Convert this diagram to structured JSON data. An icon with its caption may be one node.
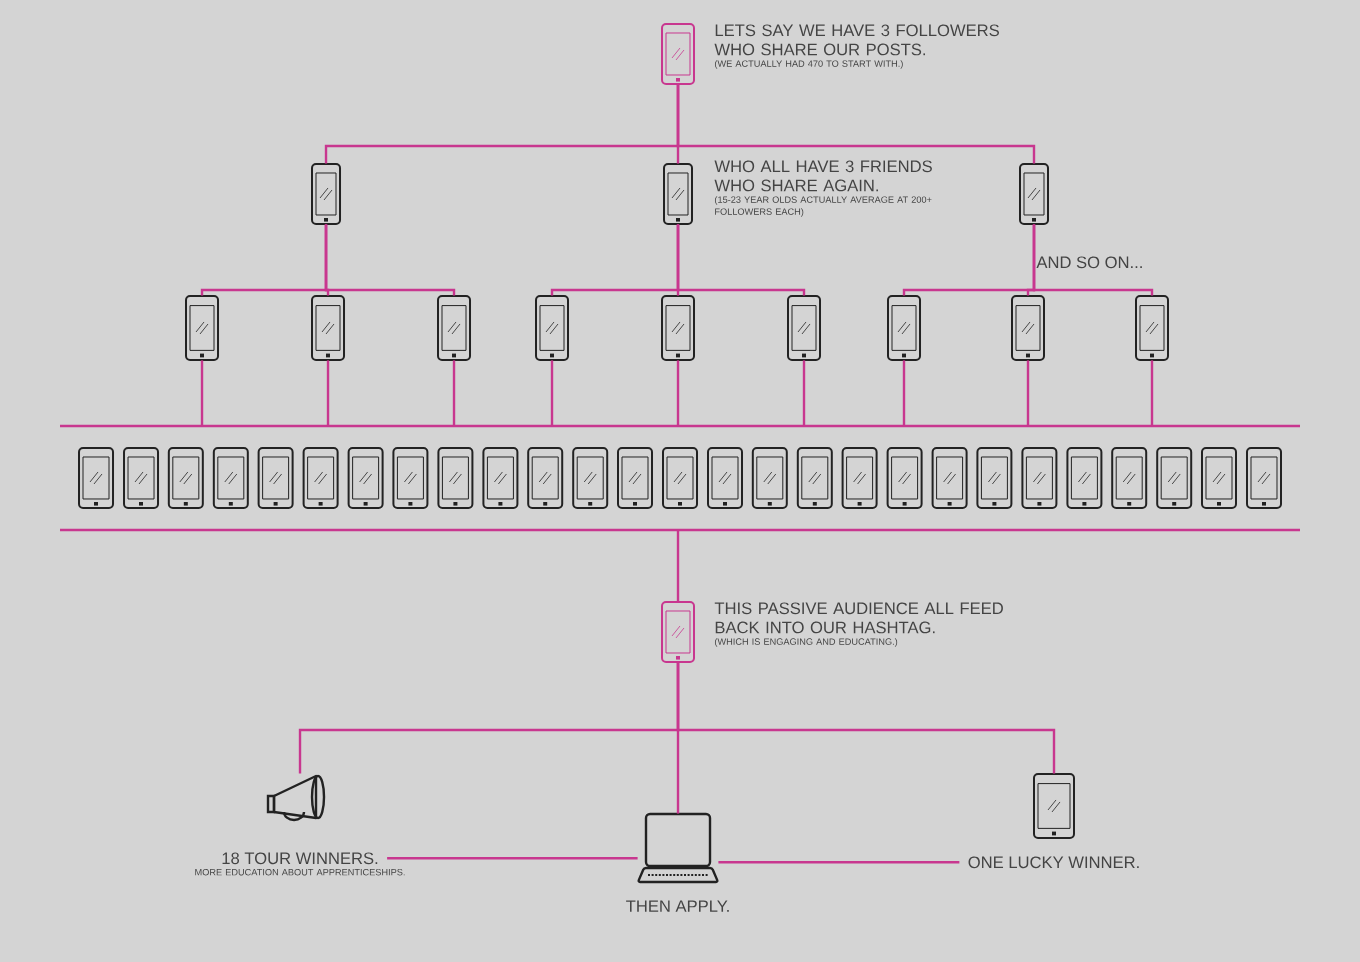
{
  "diagram": {
    "nodes": [
      {
        "text": [],
        "shape": "phone",
        "beside": [
          "LETS SAY WE HAVE 3 FOLLOWERS WHO SHARE OUR POSTS.",
          "(WE ACTUALLY HAD 470 TO START WITH.)"
        ]
      },
      {
        "text": [],
        "shape": "phone"
      },
      {
        "text": [],
        "shape": "phone",
        "beside": [
          "WHO ALL HAVE 3 FRIENDS WHO SHARE AGAIN.",
          "(15-23 YEAR OLDS ACTUALLY AVERAGE AT 200+ FOLLOWERS EACH)"
        ]
      },
      {
        "text": [],
        "shape": "phone"
      },
      {
        "text": [],
        "shape": "phone"
      },
      {
        "text": [],
        "shape": "phone"
      },
      {
        "text": [],
        "shape": "phone"
      },
      {
        "text": [],
        "shape": "phone"
      },
      {
        "text": [],
        "shape": "phone"
      },
      {
        "text": [],
        "shape": "phone"
      },
      {
        "text": [],
        "shape": "phone"
      },
      {
        "text": [],
        "shape": "phone"
      },
      {
        "text": [],
        "shape": "phone"
      },
      {
        "text": [],
        "shape": "band"
      },
      {
        "text": [],
        "shape": "phone",
        "in": 13
      },
      {
        "text": [],
        "shape": "phone",
        "in": 13
      },
      {
        "text": [],
        "shape": "phone",
        "in": 13
      },
      {
        "text": [],
        "shape": "phone",
        "in": 13
      },
      {
        "text": [],
        "shape": "phone",
        "in": 13
      },
      {
        "text": [],
        "shape": "phone",
        "in": 13
      },
      {
        "text": [],
        "shape": "phone",
        "in": 13
      },
      {
        "text": [],
        "shape": "phone",
        "in": 13
      },
      {
        "text": [],
        "shape": "phone",
        "in": 13
      },
      {
        "text": [],
        "shape": "phone",
        "in": 13
      },
      {
        "text": [],
        "shape": "phone",
        "in": 13
      },
      {
        "text": [],
        "shape": "phone",
        "in": 13
      },
      {
        "text": [],
        "shape": "phone",
        "in": 13
      },
      {
        "text": [],
        "shape": "phone",
        "in": 13
      },
      {
        "text": [],
        "shape": "phone",
        "in": 13
      },
      {
        "text": [],
        "shape": "phone",
        "in": 13
      },
      {
        "text": [],
        "shape": "phone",
        "in": 13
      },
      {
        "text": [],
        "shape": "phone",
        "in": 13
      },
      {
        "text": [],
        "shape": "phone",
        "in": 13
      },
      {
        "text": [],
        "shape": "phone",
        "in": 13
      },
      {
        "text": [],
        "shape": "phone",
        "in": 13
      },
      {
        "text": [],
        "shape": "phone",
        "in": 13
      },
      {
        "text": [],
        "shape": "phone",
        "in": 13
      },
      {
        "text": [],
        "shape": "phone",
        "in": 13
      },
      {
        "text": [],
        "shape": "phone",
        "in": 13
      },
      {
        "text": [],
        "shape": "phone",
        "in": 13
      },
      {
        "text": [],
        "shape": "phone",
        "in": 13
      },
      {
        "text": [],
        "shape": "phone",
        "beside": [
          "THIS PASSIVE AUDIENCE ALL FEED BACK INTO OUR HASHTAG.",
          "(WHICH IS ENGAGING AND EDUCATING.)"
        ]
      },
      {
        "text": [],
        "shape": "megaphone",
        "beside": [
          "18 TOUR WINNERS.",
          "MORE EDUCATION ABOUT APPRENTICESHIPS."
        ]
      },
      {
        "text": [],
        "shape": "laptop",
        "beside": [
          "THEN APPLY."
        ]
      },
      {
        "text": [],
        "shape": "tablet",
        "beside": [
          "ONE LUCKY WINNER."
        ]
      }
    ],
    "edges": [
      {
        "from": 0,
        "to": 1,
        "arrow": "none"
      },
      {
        "from": 0,
        "to": 2,
        "arrow": "none"
      },
      {
        "from": 0,
        "to": 3,
        "arrow": "none"
      },
      {
        "from": 1,
        "to": 4,
        "arrow": "none"
      },
      {
        "from": 1,
        "to": 5,
        "arrow": "none"
      },
      {
        "from": 1,
        "to": 6,
        "arrow": "none"
      },
      {
        "from": 2,
        "to": 7,
        "arrow": "none"
      },
      {
        "from": 2,
        "to": 8,
        "arrow": "none"
      },
      {
        "from": 2,
        "to": 9,
        "arrow": "none"
      },
      {
        "from": 3,
        "to": 10,
        "arrow": "none"
      },
      {
        "from": 3,
        "to": 11,
        "arrow": "none"
      },
      {
        "from": 3,
        "to": 12,
        "arrow": "none"
      },
      {
        "from": 4,
        "to": 13,
        "arrow": "none"
      },
      {
        "from": 5,
        "to": 13,
        "arrow": "none"
      },
      {
        "from": 6,
        "to": 13,
        "arrow": "none"
      },
      {
        "from": 7,
        "to": 13,
        "arrow": "none"
      },
      {
        "from": 8,
        "to": 13,
        "arrow": "none"
      },
      {
        "from": 9,
        "to": 13,
        "arrow": "none"
      },
      {
        "from": 10,
        "to": 13,
        "arrow": "none"
      },
      {
        "from": 11,
        "to": 13,
        "arrow": "none"
      },
      {
        "from": 12,
        "to": 13,
        "arrow": "none"
      },
      {
        "from": 13,
        "to": 41,
        "arrow": "none"
      },
      {
        "from": 41,
        "to": 42,
        "arrow": "none"
      },
      {
        "from": 41,
        "to": 43,
        "arrow": "none"
      },
      {
        "from": 41,
        "to": 44,
        "arrow": "none"
      },
      {
        "from": 42,
        "to": 43,
        "arrow": "none"
      },
      {
        "from": 43,
        "to": 44,
        "arrow": "none"
      }
    ],
    "labels": [
      "AND SO ON..."
    ]
  }
}
